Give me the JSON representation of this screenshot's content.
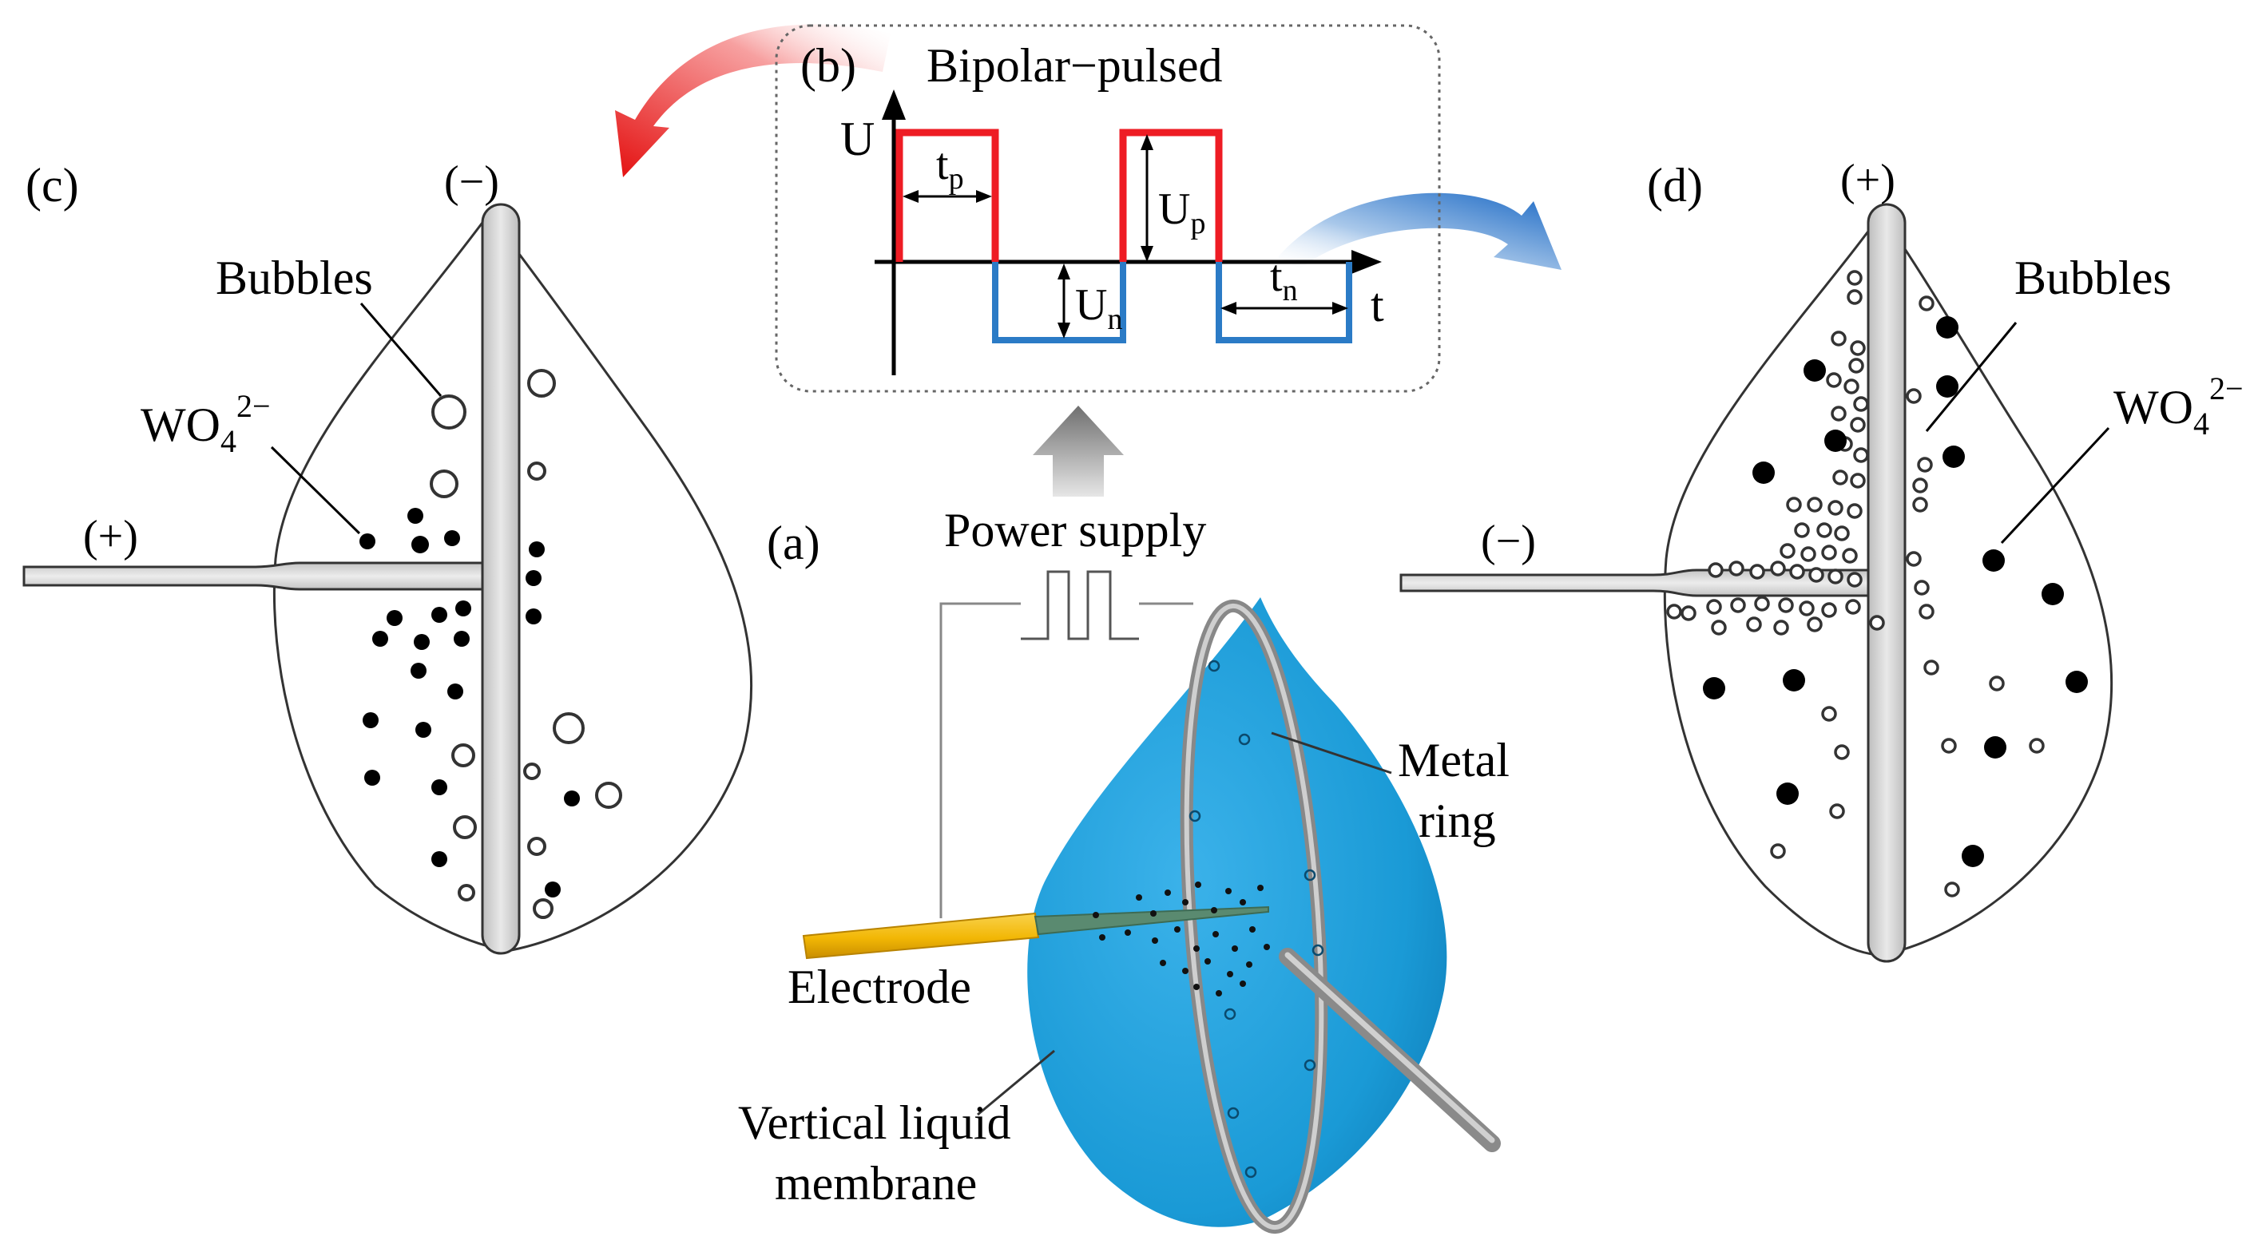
{
  "panel_a": {
    "label": "(a)",
    "power_supply": "Power supply",
    "metal_ring_line1": "Metal",
    "metal_ring_line2": "ring",
    "electrode": "Electrode",
    "membrane_line1": "Vertical liquid",
    "membrane_line2": "membrane"
  },
  "panel_b": {
    "label": "(b)",
    "title": "Bipolar−pulsed",
    "axis_u": "U",
    "axis_t": "t",
    "tp_main": "t",
    "tp_sub": "p",
    "up_main": "U",
    "up_sub": "p",
    "un_main": "U",
    "un_sub": "n",
    "tn_main": "t",
    "tn_sub": "n"
  },
  "panel_c": {
    "label": "(c)",
    "top_polarity": "(−)",
    "left_polarity": "(+)",
    "bubbles": "Bubbles",
    "ion_main": "WO",
    "ion_sub": "4",
    "ion_sup": "2−"
  },
  "panel_d": {
    "label": "(d)",
    "top_polarity": "(+)",
    "left_polarity": "(−)",
    "bubbles": "Bubbles",
    "ion_main": "WO",
    "ion_sub": "4",
    "ion_sup": "2−"
  },
  "colors": {
    "positive_pulse": "#ee1c24",
    "negative_pulse": "#2b7bc6",
    "membrane": "#1a9ad6",
    "electrode": "#f2b705"
  }
}
